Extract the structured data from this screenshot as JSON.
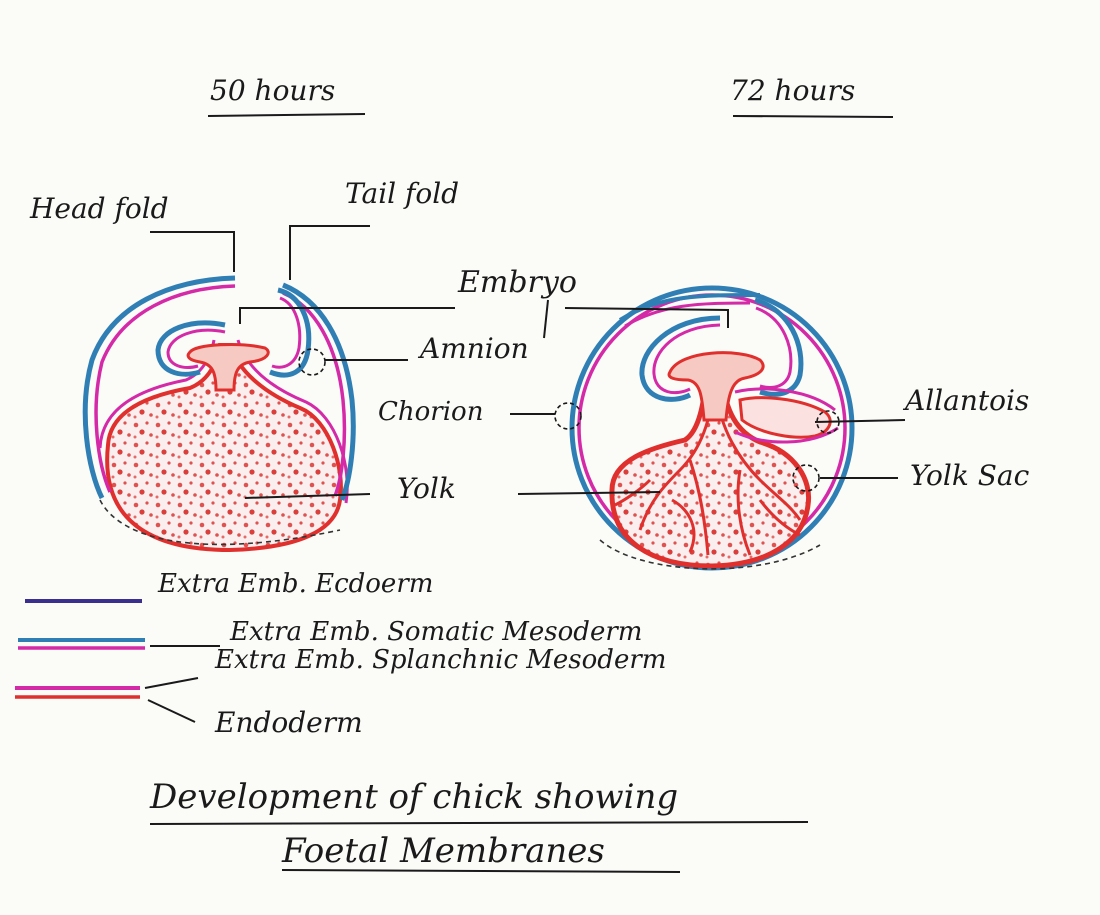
{
  "stages": {
    "left_title": "50 hours",
    "right_title": "72 hours"
  },
  "labels": {
    "head_fold": "Head fold",
    "tail_fold": "Tail fold",
    "embryo": "Embryo",
    "amnion": "Amnion",
    "chorion": "Chorion",
    "yolk": "Yolk",
    "allantois": "Allantois",
    "yolk_sac": "Yolk Sac"
  },
  "legend": {
    "ectoderm": "Extra Emb. Ecdoerm",
    "somatic": "Extra Emb. Somatic Mesoderm",
    "splanchnic": "Extra Emb. Splanchnic Mesoderm",
    "endoderm": "Endoderm"
  },
  "caption": {
    "line1": "Development of chick showing",
    "line2": "Foetal Membranes"
  },
  "colors": {
    "ectoderm": "#3a2f8f",
    "somatic": "#2f7fb5",
    "splanchnic": "#d42aa8",
    "endoderm": "#e0302e",
    "ink": "#1a1a1a",
    "paper": "#fbfbf8"
  }
}
